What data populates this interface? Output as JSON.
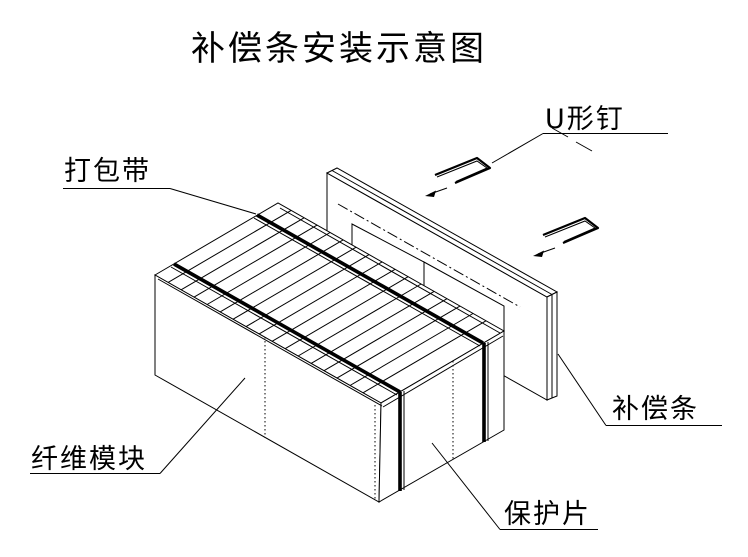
{
  "diagram": {
    "title": "补偿条安装示意图",
    "labels": {
      "u_pin": "U形钉",
      "packing_strap": "打包带",
      "fiber_module": "纤维模块",
      "compensation_strip": "补偿条",
      "protection_sheet": "保护片"
    },
    "colors": {
      "line": "#000000",
      "background": "#ffffff"
    },
    "parts": [
      {
        "name": "fiber-module-bale",
        "description": "isometric block wrapped with straps"
      },
      {
        "name": "packing-straps",
        "count": 2
      },
      {
        "name": "compensation-strip-panel",
        "description": "thin vertical strip behind bale"
      },
      {
        "name": "u-shaped-staples",
        "count": 2
      },
      {
        "name": "protection-sheet",
        "description": "sheet on bale faces marked by dashed edges"
      }
    ]
  }
}
